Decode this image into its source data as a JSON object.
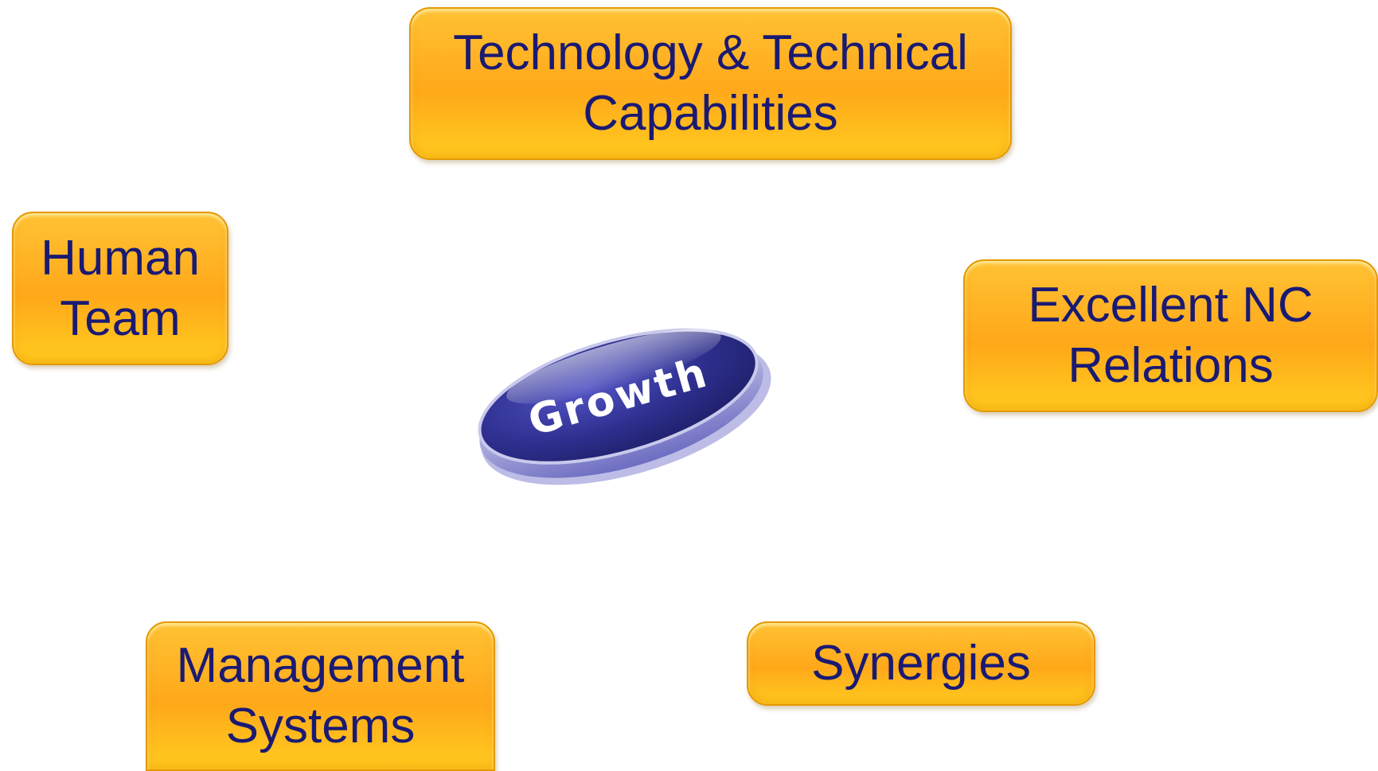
{
  "center": {
    "label": "Growth",
    "colors": {
      "fill": "#2e2f8f",
      "rim": "#8f8fd8",
      "text": "#ffffff"
    }
  },
  "nodes": [
    {
      "id": "tech",
      "label": "Technology & Technical\nCapabilities"
    },
    {
      "id": "human",
      "label": "Human\nTeam"
    },
    {
      "id": "nc",
      "label": "Excellent NC\nRelations"
    },
    {
      "id": "mgmt",
      "label": "Management\nSystems"
    },
    {
      "id": "syn",
      "label": "Synergies"
    }
  ],
  "colors": {
    "node_fill": "#ffb020",
    "node_border": "#e59800",
    "node_text": "#1a1a73"
  }
}
